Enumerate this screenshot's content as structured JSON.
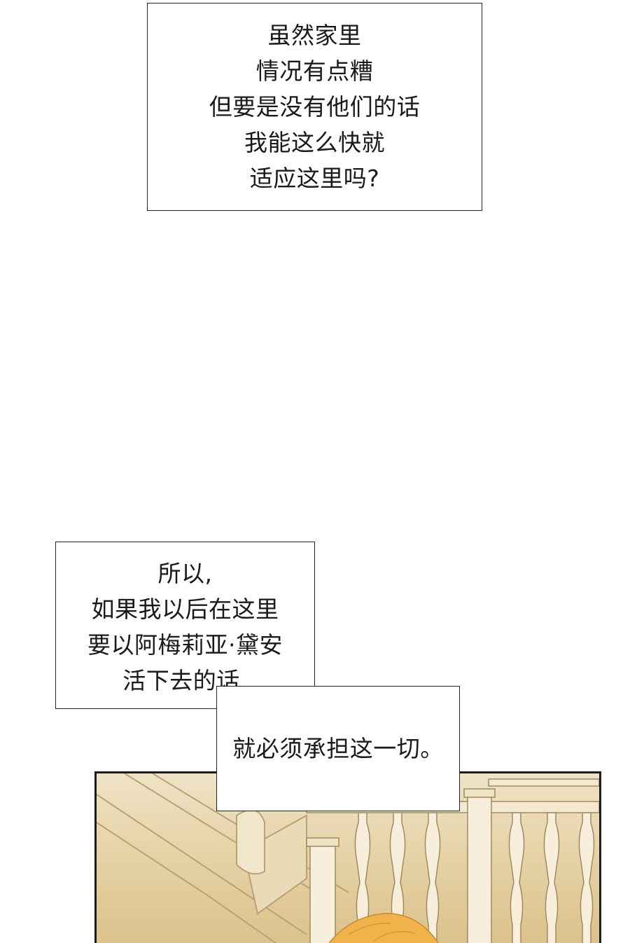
{
  "captions": [
    {
      "id": "caption-1",
      "lines": [
        "虽然家里",
        "情况有点糟",
        "但要是没有他们的话",
        "我能这么快就",
        "适应这里吗?"
      ]
    },
    {
      "id": "caption-2",
      "lines": [
        "所以,",
        "如果我以后在这里",
        "要以阿梅莉亚·黛安",
        "活下去的话,"
      ]
    },
    {
      "id": "caption-3",
      "lines": [
        "就必须承担这一切。"
      ]
    }
  ],
  "panel": {
    "scene": "interior-staircase-balustrade",
    "colors": {
      "background": "#ebdcb8",
      "balusters": "#f7efdc",
      "outline": "#a08a5e",
      "hair": "#f0b24a"
    }
  }
}
